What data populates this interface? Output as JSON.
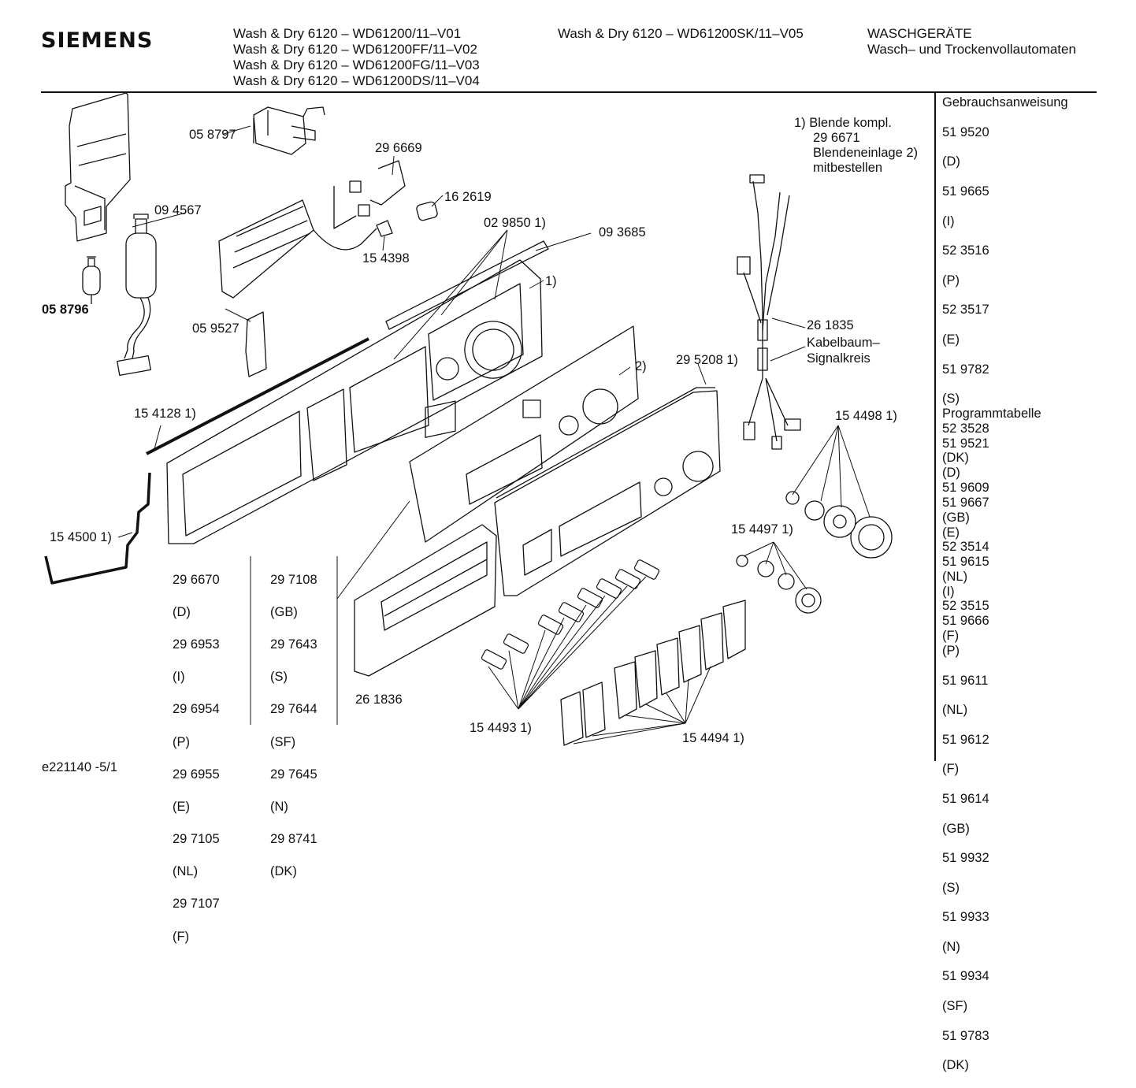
{
  "header": {
    "brand": "SIEMENS",
    "models_left": [
      "Wash & Dry 6120 – WD61200/11–V01",
      "Wash & Dry 6120 – WD61200FF/11–V02",
      "Wash & Dry 6120 – WD61200FG/11–V03",
      "Wash & Dry 6120 – WD61200DS/11–V04"
    ],
    "model_right": "Wash & Dry 6120 – WD61200SK/11–V05",
    "category": [
      "WASCHGERÄTE",
      "Wasch– und Trockenvollautomaten"
    ]
  },
  "sidebar": {
    "manual": {
      "title": "Gebrauchsanweisung",
      "entries": [
        "51 9520",
        "(D)",
        "51 9665",
        "(I)",
        "52 3516",
        "(P)",
        "52 3517",
        "(E)",
        "51 9782",
        "(S)",
        "52 3528",
        "(DK)",
        "51 9609",
        "(GB)",
        "52 3514",
        "(NL)",
        "52 3515",
        "(F)"
      ]
    },
    "program": {
      "title": "Programmtabelle",
      "entries": [
        "51 9521",
        "(D)",
        "51 9667",
        "(E)",
        "51 9615",
        "(I)",
        "51 9666",
        "(P)",
        "51 9611",
        "(NL)",
        "51 9612",
        "(F)",
        "51 9614",
        "(GB)",
        "51 9932",
        "(S)",
        "51 9933",
        "(N)",
        "51 9934",
        "(SF)",
        "51 9783",
        "(DK)"
      ]
    }
  },
  "note": [
    "1) Blende kompl.",
    "29 6671",
    "Blendeneinlage 2)",
    "mitbestellen"
  ],
  "parts": {
    "p058797": "05 8797",
    "p296669": "29 6669",
    "p094567": "09 4567",
    "p162619": "16 2619",
    "p029850": "02 9850 1)",
    "p093685": "09 3685",
    "p154398": "15 4398",
    "p058796": "05 8796",
    "p059527": "05 9527",
    "fn1": "1)",
    "fn2": "2)",
    "p261835": [
      "26 1835",
      "Kabelbaum–",
      "Signalkreis"
    ],
    "p295208": "29 5208 1)",
    "p154128": "15 4128 1)",
    "p154498": "15 4498 1)",
    "p154500": "15 4500 1)",
    "p154497": "15 4497 1)",
    "p261836": "26 1836",
    "p154493": "15 4493 1)",
    "p154494": "15 4494 1)"
  },
  "variants_a": [
    "29 6670",
    "(D)",
    "29 6953",
    "(I)",
    "29 6954",
    "(P)",
    "29 6955",
    "(E)",
    "29 7105",
    "(NL)",
    "29 7107",
    "(F)"
  ],
  "variants_b": [
    "29 7108",
    "(GB)",
    "29 7643",
    "(S)",
    "29 7644",
    "(SF)",
    "29 7645",
    "(N)",
    "29 8741",
    "(DK)"
  ],
  "footer": "e221140 -5/1"
}
